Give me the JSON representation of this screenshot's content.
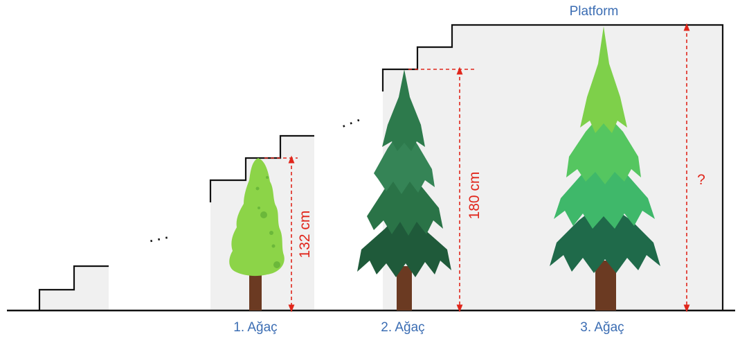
{
  "platform_label": "Platform",
  "trees": [
    {
      "label": "1. Ağaç",
      "height_label": "132 cm"
    },
    {
      "label": "2. Ağaç",
      "height_label": "180 cm"
    },
    {
      "label": "3. Ağaç",
      "height_label": "?"
    }
  ],
  "ellipsis": "...",
  "colors": {
    "label_blue": "#3b6db3",
    "measure_red": "#e0261b",
    "stair_line": "#111111",
    "platform_fill": "#f0f0f0",
    "trunk": "#6b3a22"
  }
}
